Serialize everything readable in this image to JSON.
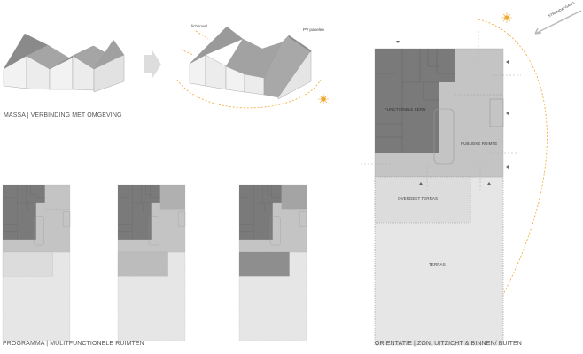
{
  "captions": {
    "massa": "MASSA | VERBINDING MET OMGEVING",
    "programma": "PROGRAMMA | MULITFUNCTIONELE RUIMTEN",
    "orientatie": "ORIENTATIE | ZON, UITZICHT & BINNEN/ BUITEN"
  },
  "mass_labels": {
    "lichtinval": "lichtinval",
    "pv": "PV panelen"
  },
  "plan_labels": {
    "kern": "FUNCTIONELE KERN",
    "publiek": "PUBLIEKE RUIMTE",
    "overdekt": "OVERDEKT TERRAS",
    "terras": "TERRAS",
    "strand": "STRANDAFGANG"
  },
  "colors": {
    "dark": "#7a7a7a",
    "mid": "#c4c4c4",
    "light": "#e6e6e6",
    "sun": "#f0a830"
  }
}
